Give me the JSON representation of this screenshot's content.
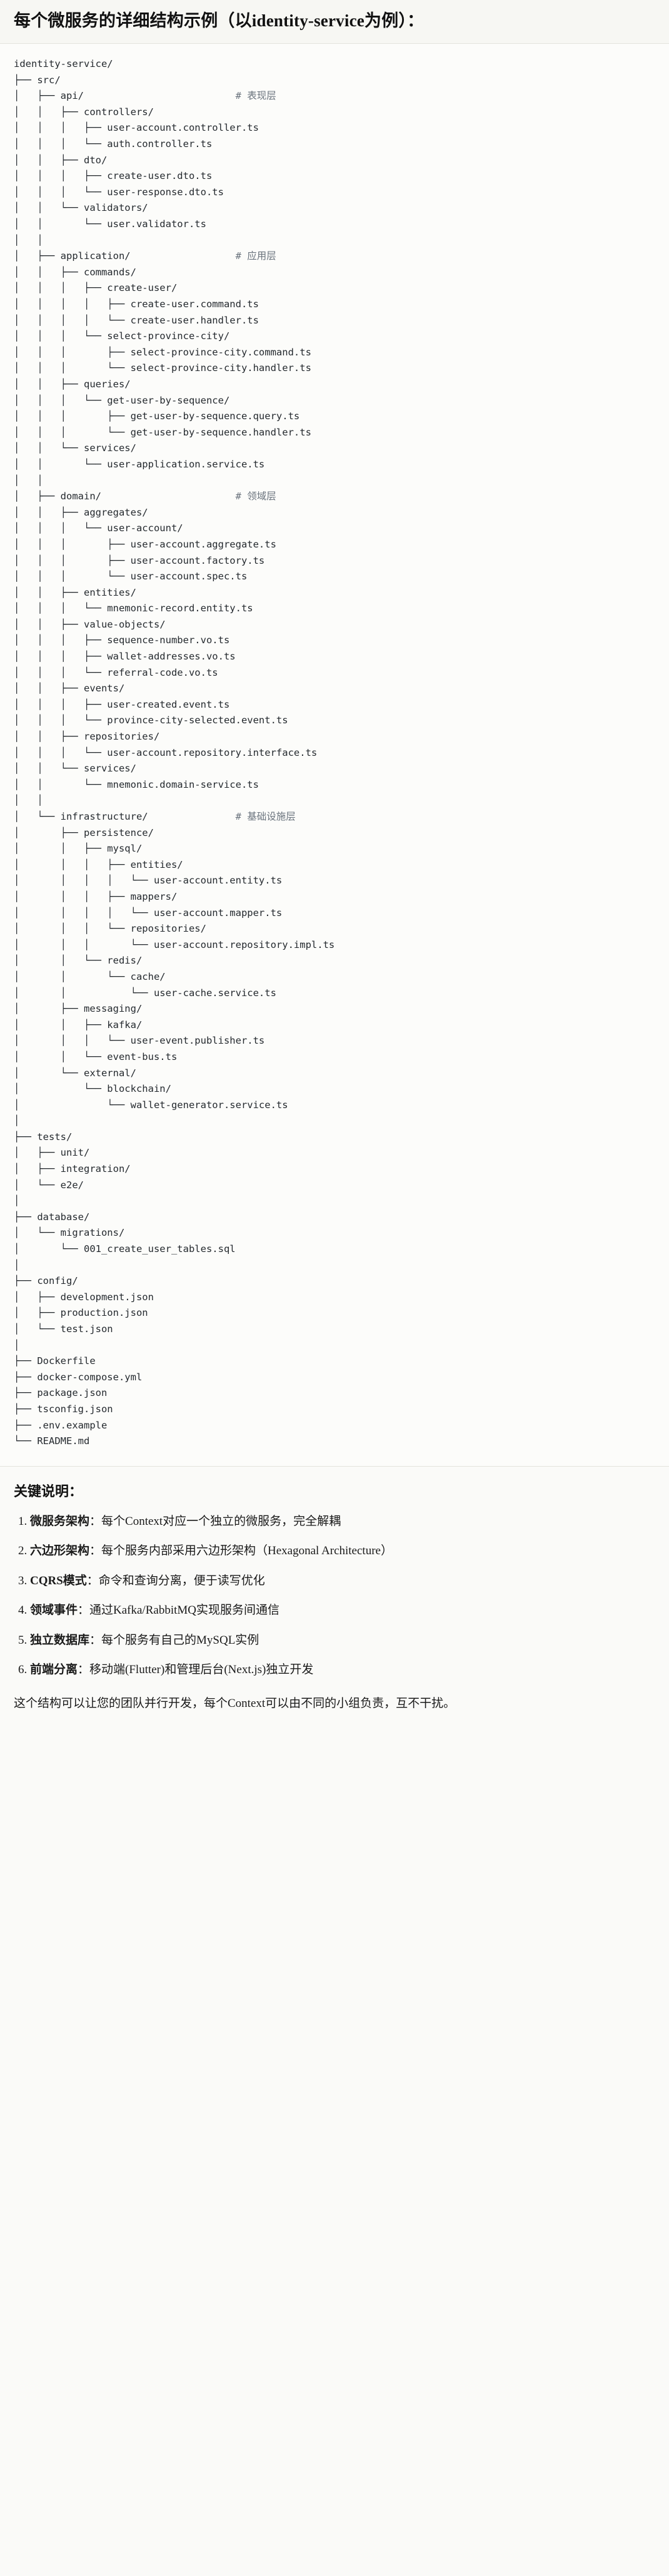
{
  "heading": {
    "text": "每个微服务的详细结构示例（以identity-service为例）："
  },
  "tree": {
    "root": "identity-service/",
    "comments": {
      "api": "# 表现层",
      "application": "# 应用层",
      "domain": "# 领域层",
      "infrastructure": "# 基础设施层"
    },
    "text": "identity-service/\n├── src/\n│   ├── api/                          # 表现层\n│   │   ├── controllers/\n│   │   │   ├── user-account.controller.ts\n│   │   │   └── auth.controller.ts\n│   │   ├── dto/\n│   │   │   ├── create-user.dto.ts\n│   │   │   └── user-response.dto.ts\n│   │   └── validators/\n│   │       └── user.validator.ts\n│   │\n│   ├── application/                  # 应用层\n│   │   ├── commands/\n│   │   │   ├── create-user/\n│   │   │   │   ├── create-user.command.ts\n│   │   │   │   └── create-user.handler.ts\n│   │   │   └── select-province-city/\n│   │   │       ├── select-province-city.command.ts\n│   │   │       └── select-province-city.handler.ts\n│   │   ├── queries/\n│   │   │   └── get-user-by-sequence/\n│   │   │       ├── get-user-by-sequence.query.ts\n│   │   │       └── get-user-by-sequence.handler.ts\n│   │   └── services/\n│   │       └── user-application.service.ts\n│   │\n│   ├── domain/                       # 领域层\n│   │   ├── aggregates/\n│   │   │   └── user-account/\n│   │   │       ├── user-account.aggregate.ts\n│   │   │       ├── user-account.factory.ts\n│   │   │       └── user-account.spec.ts\n│   │   ├── entities/\n│   │   │   └── mnemonic-record.entity.ts\n│   │   ├── value-objects/\n│   │   │   ├── sequence-number.vo.ts\n│   │   │   ├── wallet-addresses.vo.ts\n│   │   │   └── referral-code.vo.ts\n│   │   ├── events/\n│   │   │   ├── user-created.event.ts\n│   │   │   └── province-city-selected.event.ts\n│   │   ├── repositories/\n│   │   │   └── user-account.repository.interface.ts\n│   │   └── services/\n│   │       └── mnemonic.domain-service.ts\n│   │\n│   └── infrastructure/               # 基础设施层\n│       ├── persistence/\n│       │   ├── mysql/\n│       │   │   ├── entities/\n│       │   │   │   └── user-account.entity.ts\n│       │   │   ├── mappers/\n│       │   │   │   └── user-account.mapper.ts\n│       │   │   └── repositories/\n│       │   │       └── user-account.repository.impl.ts\n│       │   └── redis/\n│       │       └── cache/\n│       │           └── user-cache.service.ts\n│       ├── messaging/\n│       │   ├── kafka/\n│       │   │   └── user-event.publisher.ts\n│       │   └── event-bus.ts\n│       └── external/\n│           └── blockchain/\n│               └── wallet-generator.service.ts\n│\n├── tests/\n│   ├── unit/\n│   ├── integration/\n│   └── e2e/\n│\n├── database/\n│   └── migrations/\n│       └── 001_create_user_tables.sql\n│\n├── config/\n│   ├── development.json\n│   ├── production.json\n│   └── test.json\n│\n├── Dockerfile\n├── docker-compose.yml\n├── package.json\n├── tsconfig.json\n├── .env.example\n└── README.md"
  },
  "notes": {
    "title": "关键说明：",
    "items": [
      {
        "term": "微服务架构",
        "desc": "：每个Context对应一个独立的微服务，完全解耦"
      },
      {
        "term": "六边形架构",
        "desc": "：每个服务内部采用六边形架构（Hexagonal Architecture）"
      },
      {
        "term": "CQRS模式",
        "desc": "：命令和查询分离，便于读写优化"
      },
      {
        "term": "领域事件",
        "desc": "：通过Kafka/RabbitMQ实现服务间通信"
      },
      {
        "term": "独立数据库",
        "desc": "：每个服务有自己的MySQL实例"
      },
      {
        "term": "前端分离",
        "desc": "：移动端(Flutter)和管理后台(Next.js)独立开发"
      }
    ],
    "closing": "这个结构可以让您的团队并行开发，每个Context可以由不同的小组负责，互不干扰。"
  },
  "colors": {
    "page_bg": "#fafaf8",
    "code_bg": "#fcfcfa",
    "heading_bg": "#f7f7f3",
    "text": "#1a1a1a",
    "code_text": "#24292e",
    "comment_text": "#6a737d",
    "divider": "#e3e3dd"
  }
}
